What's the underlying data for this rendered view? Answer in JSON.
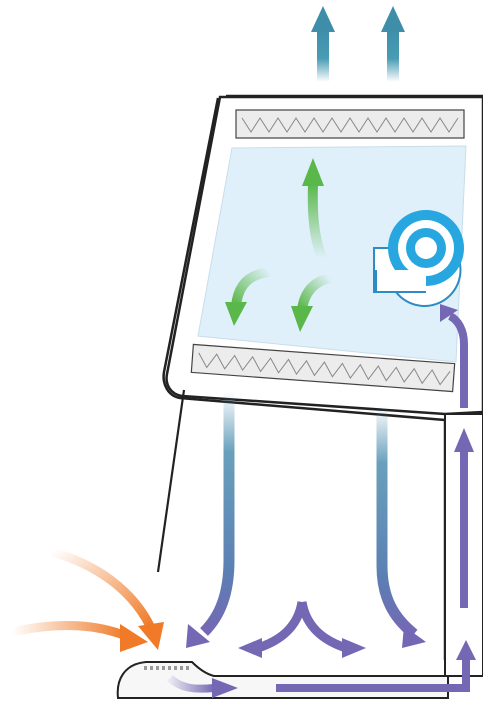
{
  "diagram": {
    "title": "",
    "subject": "biosafety-cabinet-airflow",
    "colors": {
      "exhaust_arrows": "#4a9cb4",
      "interior_downflow": "#4f8fb0",
      "recirculated_air": "#7468b4",
      "room_air_intake": "#f07a28",
      "internal_air_green": "#5ab84a",
      "plenum_fill": "#dff0fa",
      "blower_blue": "#27a6e0",
      "hepa_filter_fill": "#ececec",
      "cabinet_outline": "#222222"
    },
    "elements": [
      {
        "id": "exhaust-arrow-left",
        "icon": "arrow-up",
        "role": "exhaust"
      },
      {
        "id": "exhaust-arrow-right",
        "icon": "arrow-up",
        "role": "exhaust"
      },
      {
        "id": "exhaust-hepa-filter",
        "icon": "hepa-filter"
      },
      {
        "id": "supply-hepa-filter",
        "icon": "hepa-filter"
      },
      {
        "id": "blower-fan",
        "icon": "blower"
      },
      {
        "id": "sash-window",
        "icon": "glass-sash"
      },
      {
        "id": "work-surface-grille",
        "icon": "front-grille"
      },
      {
        "id": "room-air-intake",
        "icon": "arrow-curved",
        "count": 2
      },
      {
        "id": "downflow-columns",
        "icon": "arrow-down",
        "count": 3
      },
      {
        "id": "recirculation-path",
        "icon": "arrow-up-curved"
      }
    ]
  }
}
